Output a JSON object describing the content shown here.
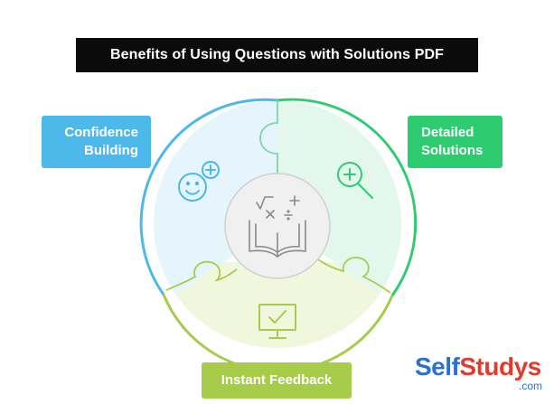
{
  "title": "Benefits of Using Questions with Solutions PDF",
  "segments": {
    "left": {
      "line1": "Confidence",
      "line2": "Building",
      "color": "#4db8ea",
      "fill": "#e6f5fb",
      "icon": "smiley-plus-icon"
    },
    "right": {
      "line1": "Detailed",
      "line2": "Solutions",
      "color": "#2ecc71",
      "fill": "#e3f7ec",
      "icon": "magnifier-plus-icon"
    },
    "bottom": {
      "line1": "Instant Feedback",
      "color": "#a6cc4a",
      "fill": "#f1f7dd",
      "icon": "monitor-check-icon"
    }
  },
  "center": {
    "icon": "math-book-icon",
    "fill": "#f0f0f0"
  },
  "brand": {
    "self": "Self",
    "studys": "Studys",
    "domain": ".com"
  }
}
